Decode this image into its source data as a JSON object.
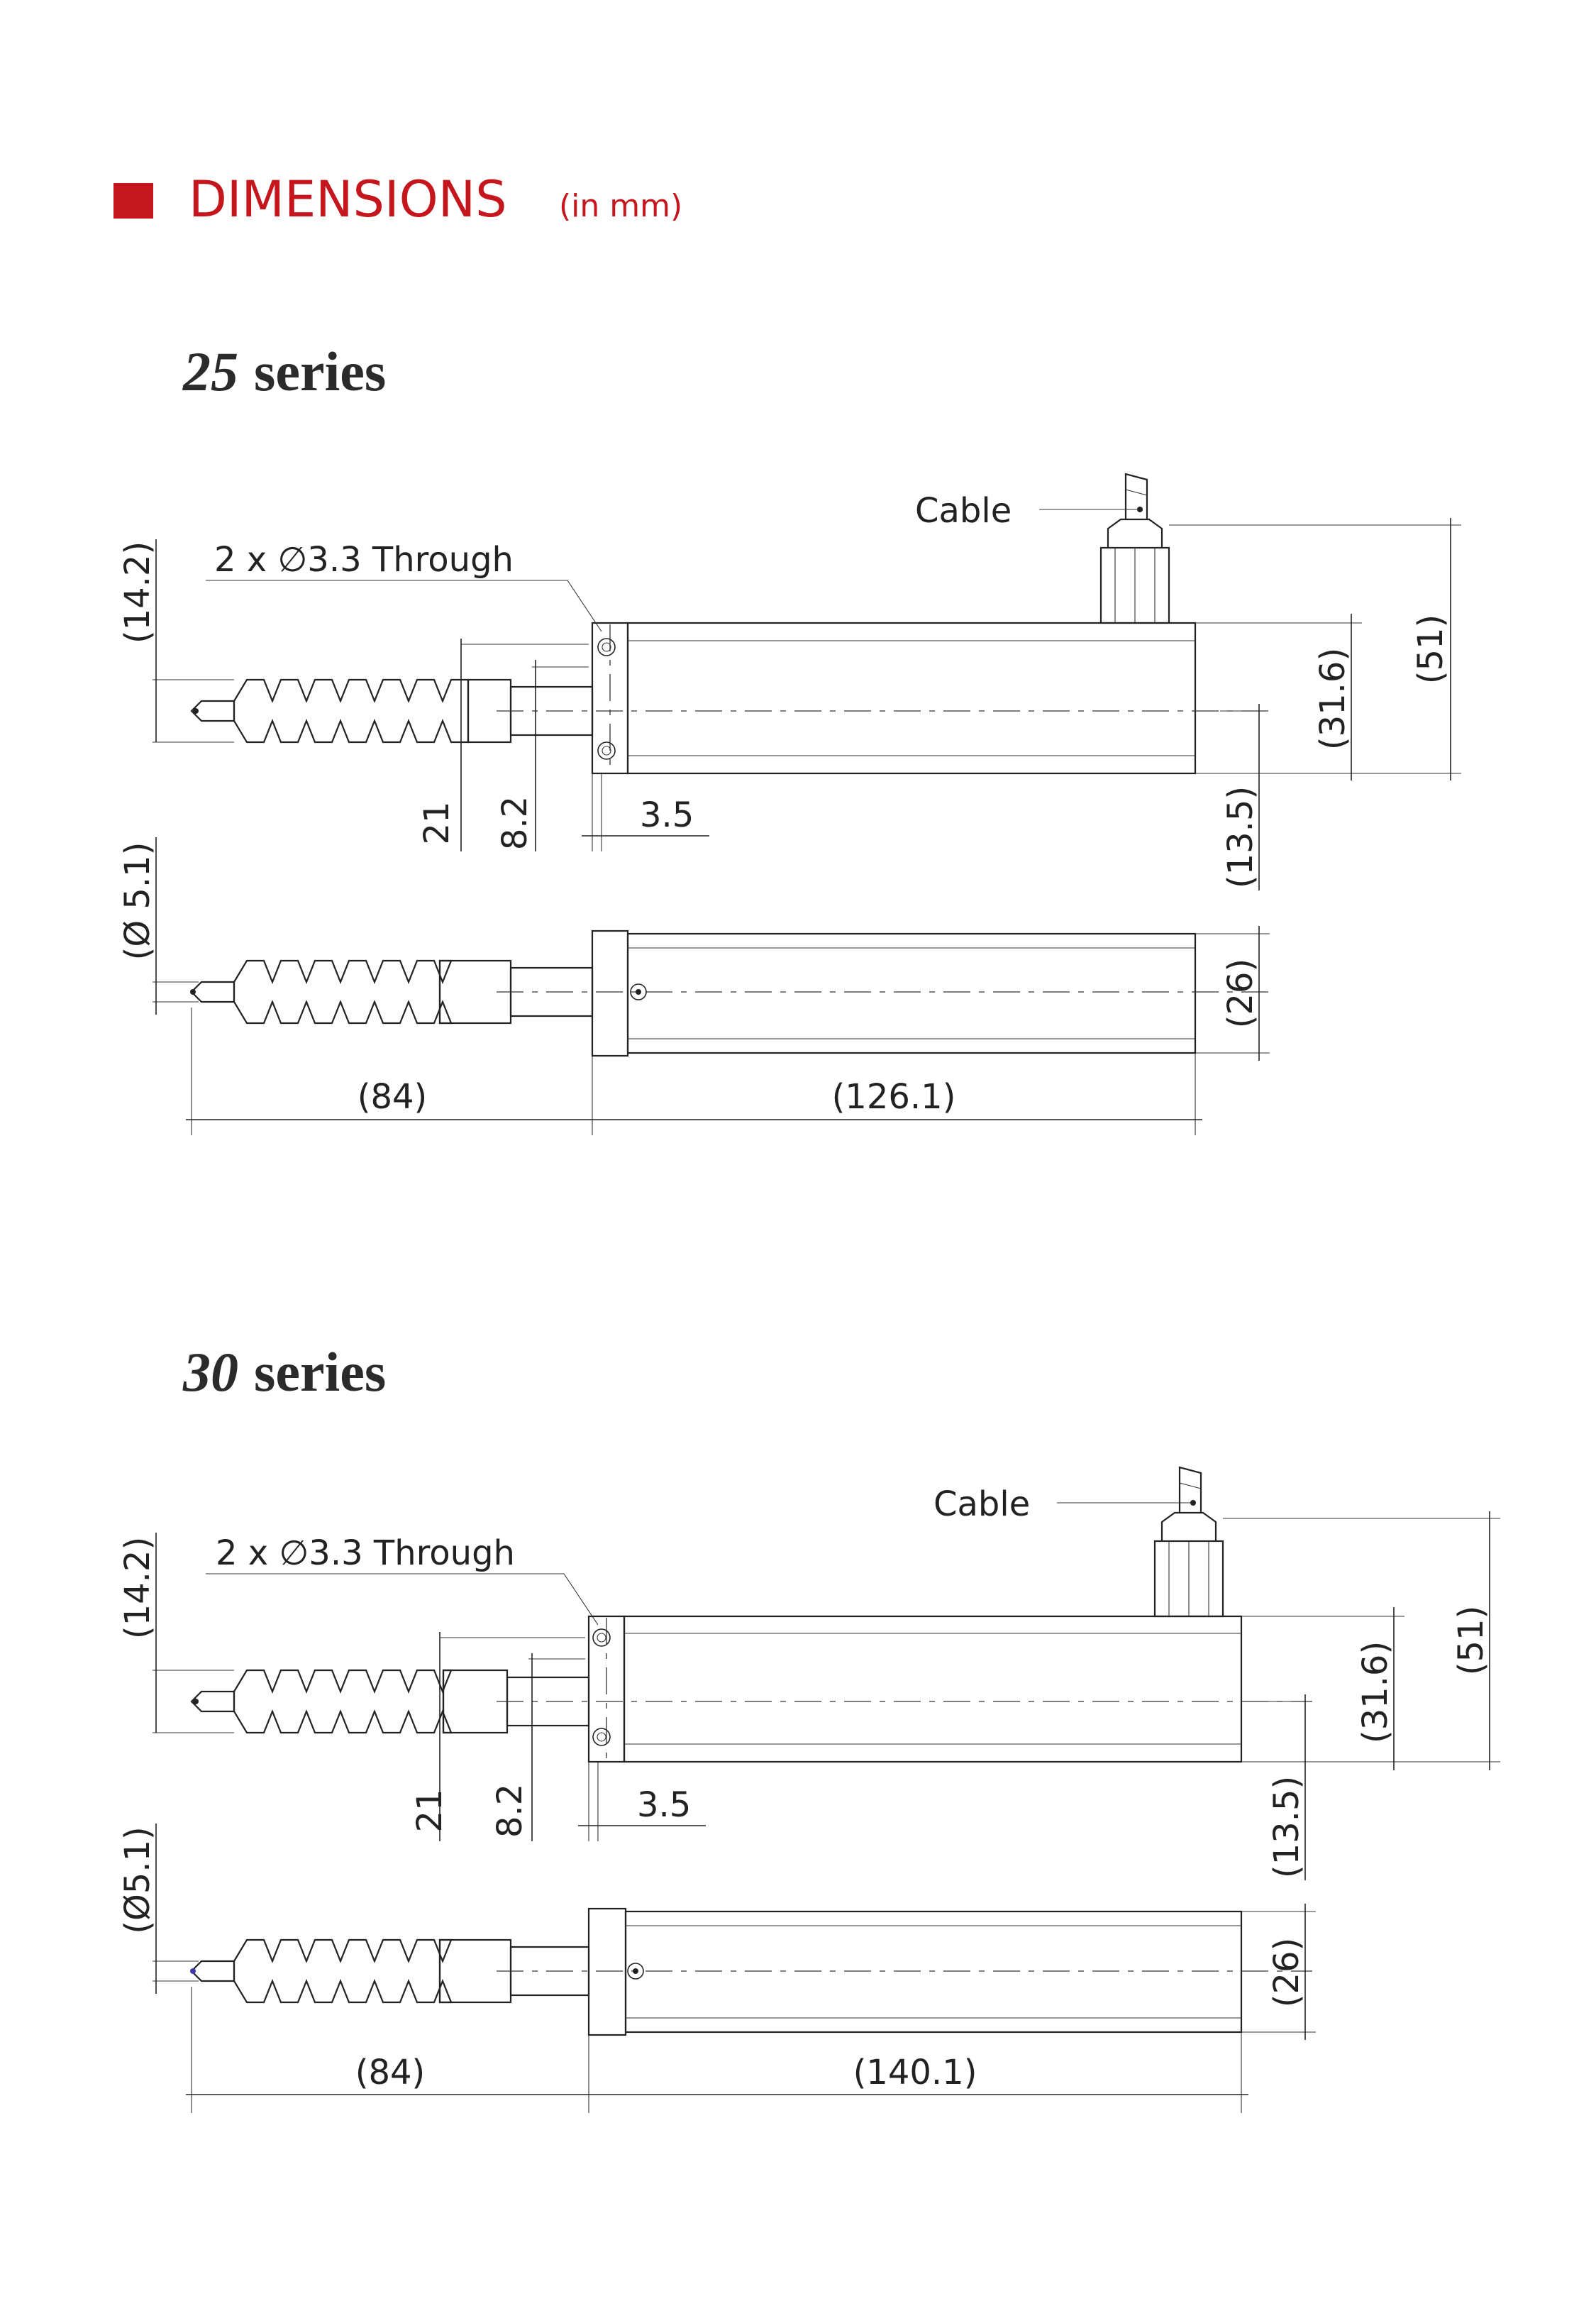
{
  "header": {
    "title": "DIMENSIONS",
    "unit": "(in mm)",
    "accent_color": "#c4161c"
  },
  "diagrams": [
    {
      "series_number": "25",
      "series_word": "series",
      "labels": {
        "cable": "Cable",
        "holes": "2 x ∅3.3 Through",
        "rod_height": "(14.2)",
        "rod_dia": "(Ø 5.1)",
        "d21": "21",
        "d82": "8.2",
        "d35": "3.5",
        "d316": "(31.6)",
        "d51": "(51)",
        "d135": "(13.5)",
        "d26": "(26)",
        "d84": "(84)",
        "body_len": "(126.1)"
      }
    },
    {
      "series_number": "30",
      "series_word": "series",
      "labels": {
        "cable": "Cable",
        "holes": "2 x ∅3.3 Through",
        "rod_height": "(14.2)",
        "rod_dia": "(Ø5.1)",
        "d21": "21",
        "d82": "8.2",
        "d35": "3.5",
        "d316": "(31.6)",
        "d51": "(51)",
        "d135": "(13.5)",
        "d26": "(26)",
        "d84": "(84)",
        "body_len": "(140.1)"
      }
    }
  ]
}
